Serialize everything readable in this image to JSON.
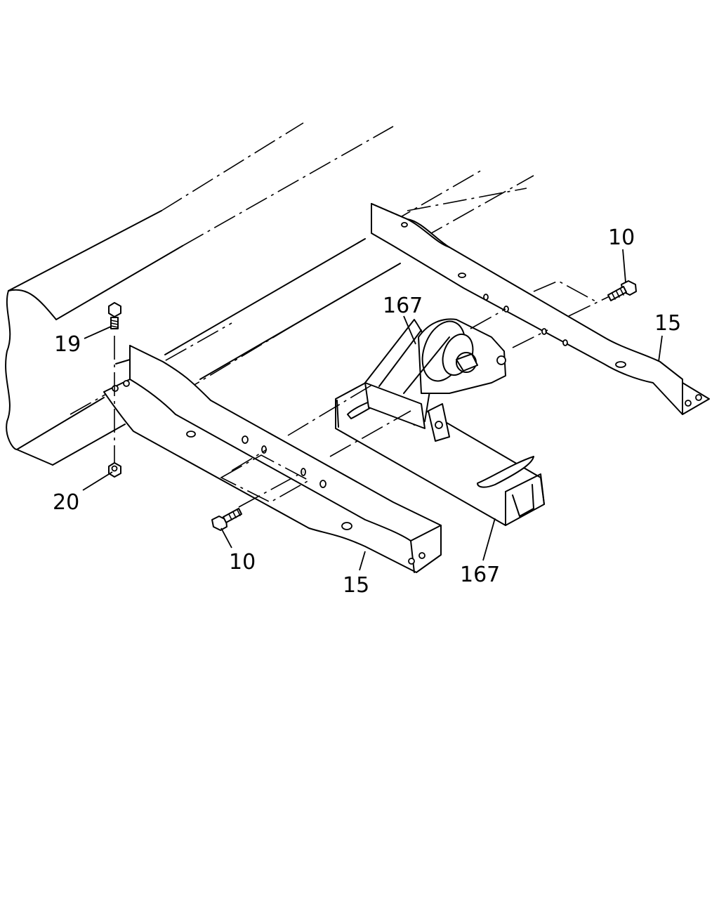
{
  "labels": {
    "bolt_top_right": "10",
    "bracket_right": "15",
    "mount_upper": "167",
    "bolt_left": "19",
    "nut_left": "20",
    "bolt_bottom": "10",
    "bracket_left": "15",
    "mount_lower": "167"
  }
}
